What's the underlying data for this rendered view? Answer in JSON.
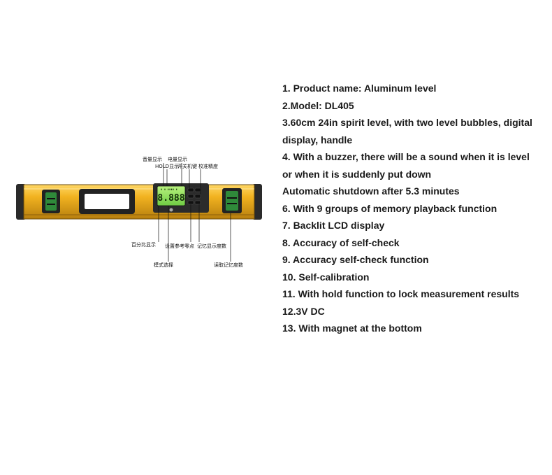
{
  "figure": {
    "lcd_display": "8.888",
    "callouts": {
      "volume_display": "音量显示",
      "hold_display": "HOLD显示",
      "battery_display": "电量显示",
      "power_key": "开关机键",
      "calibration_accuracy": "校准精度",
      "percentage_display": "百分比显示",
      "set_reference_zero": "设置参考零点",
      "mode_select": "模式选择",
      "memory_display_degree": "记忆显示度数",
      "read_memory_degree": "读取记忆度数"
    }
  },
  "specs": [
    "1. Product name: Aluminum level",
    "2.Model: DL405",
    "3.60cm 24in spirit level, with two level bubbles, digital",
    "display, handle",
    "4. With a buzzer, there will be a sound when it is level",
    "or when it is suddenly put down",
    "Automatic shutdown after 5.3 minutes",
    "6. With 9 groups of memory playback function",
    "7. Backlit LCD display",
    "8. Accuracy of self-check",
    "9. Accuracy self-check function",
    "10. Self-calibration",
    "11. With hold function to lock measurement results",
    "12.3V DC",
    "13. With magnet at the bottom"
  ],
  "colors": {
    "body_yellow": "#f2b320",
    "end_cap": "#2a2a2a",
    "lcd_green": "#8fe060",
    "bubble_green": "#2f8a3a"
  }
}
